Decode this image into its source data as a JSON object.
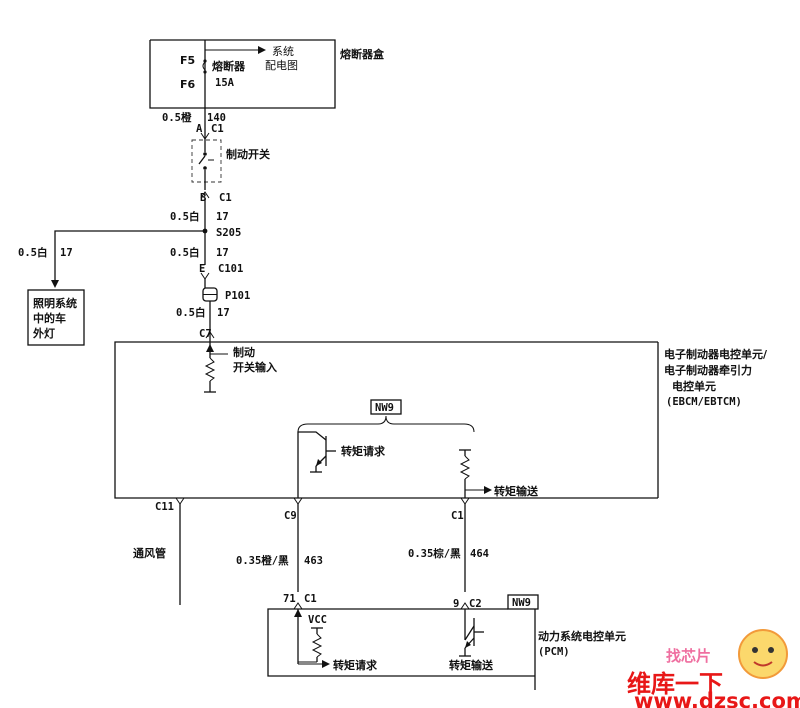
{
  "fuse_box": {
    "title": "熔断器盒",
    "fuse_top_pin": "F5",
    "fuse_bottom_pin": "F6",
    "fuse_name": "熔断器",
    "fuse_rating": "15A",
    "feed_label_line1": "系统",
    "feed_label_line2": "配电图"
  },
  "wire_orange_1": {
    "spec": "0.5橙",
    "circuit": "140"
  },
  "brake_switch": {
    "label": "制动开关",
    "top_pin": "A",
    "top_connector": "C1",
    "bottom_pin": "B",
    "bottom_connector": "C1"
  },
  "wire_white_1": {
    "spec": "0.5白",
    "circuit": "17"
  },
  "splice": "S205",
  "wire_white_branch": {
    "spec": "0.5白",
    "circuit": "17"
  },
  "wire_white_2": {
    "spec": "0.5白",
    "circuit": "17"
  },
  "lighting_box": {
    "line1": "照明系统",
    "line2": "中的车",
    "line3": "外灯"
  },
  "connector_c101": {
    "pin": "E",
    "name": "C101"
  },
  "connector_p101": "P101",
  "wire_white_3": {
    "spec": "0.5白",
    "circuit": "17"
  },
  "ebcm": {
    "title_line1": "电子制动器电控单元/",
    "title_line2": "电子制动器牵引力",
    "title_line3": "电控单元",
    "title_line4": "(EBCM/EBTCM)",
    "pin_c7": "C7",
    "brake_input_line1": "制动",
    "brake_input_line2": "开关输入",
    "nw9_tag": "NW9",
    "torque_request": "转矩请求",
    "torque_delivered": "转矩输送",
    "pin_c9": "C9",
    "pin_c1": "C1",
    "pin_c11": "C11"
  },
  "vent_pipe": "通风管",
  "wire_463": {
    "spec": "0.35橙/黑",
    "circuit": "463"
  },
  "wire_464": {
    "spec": "0.35棕/黑",
    "circuit": "464"
  },
  "pcm": {
    "nw9_tag": "NW9",
    "pin_71": "71",
    "conn_c1": "C1",
    "pin_9": "9",
    "conn_c2": "C2",
    "vcc": "VCC",
    "torque_request": "转矩请求",
    "torque_delivered": "转矩输送",
    "title_line1": "动力系统电控单元",
    "title_line2": "(PCM)"
  },
  "watermark": {
    "badge_text": "找芯片",
    "line1": "维库一下",
    "line2": "www.dzsc.com"
  }
}
